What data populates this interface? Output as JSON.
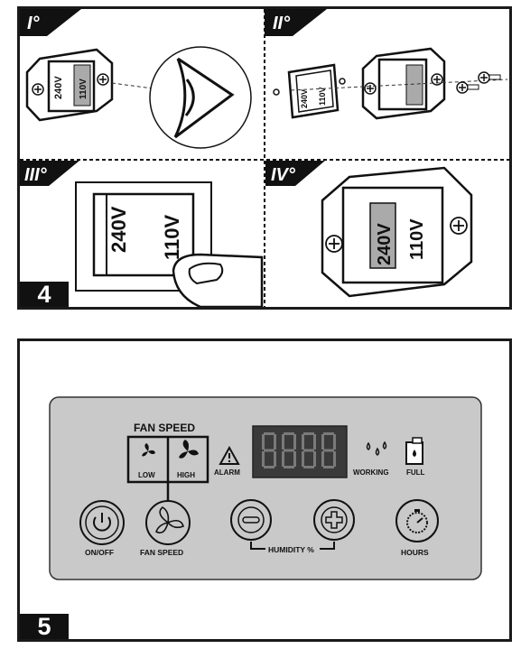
{
  "figure4": {
    "step_number": "4",
    "steps": [
      "I°",
      "II°",
      "III°",
      "IV°"
    ],
    "voltage_high": "240V",
    "voltage_low": "110V"
  },
  "figure5": {
    "step_number": "5",
    "fan_speed_title": "FAN SPEED",
    "low_label": "LOW",
    "high_label": "HIGH",
    "alarm_label": "ALARM",
    "working_label": "WORKING",
    "full_label": "FULL",
    "onoff_label": "ON/OFF",
    "fan_speed_label": "FAN SPEED",
    "humidity_label": "HUMIDITY %",
    "hours_label": "HOURS",
    "display_text": "8888",
    "colors": {
      "panel": "#c9c9c9",
      "display": "#3a3a3a",
      "segment": "#7a7a7a"
    }
  }
}
